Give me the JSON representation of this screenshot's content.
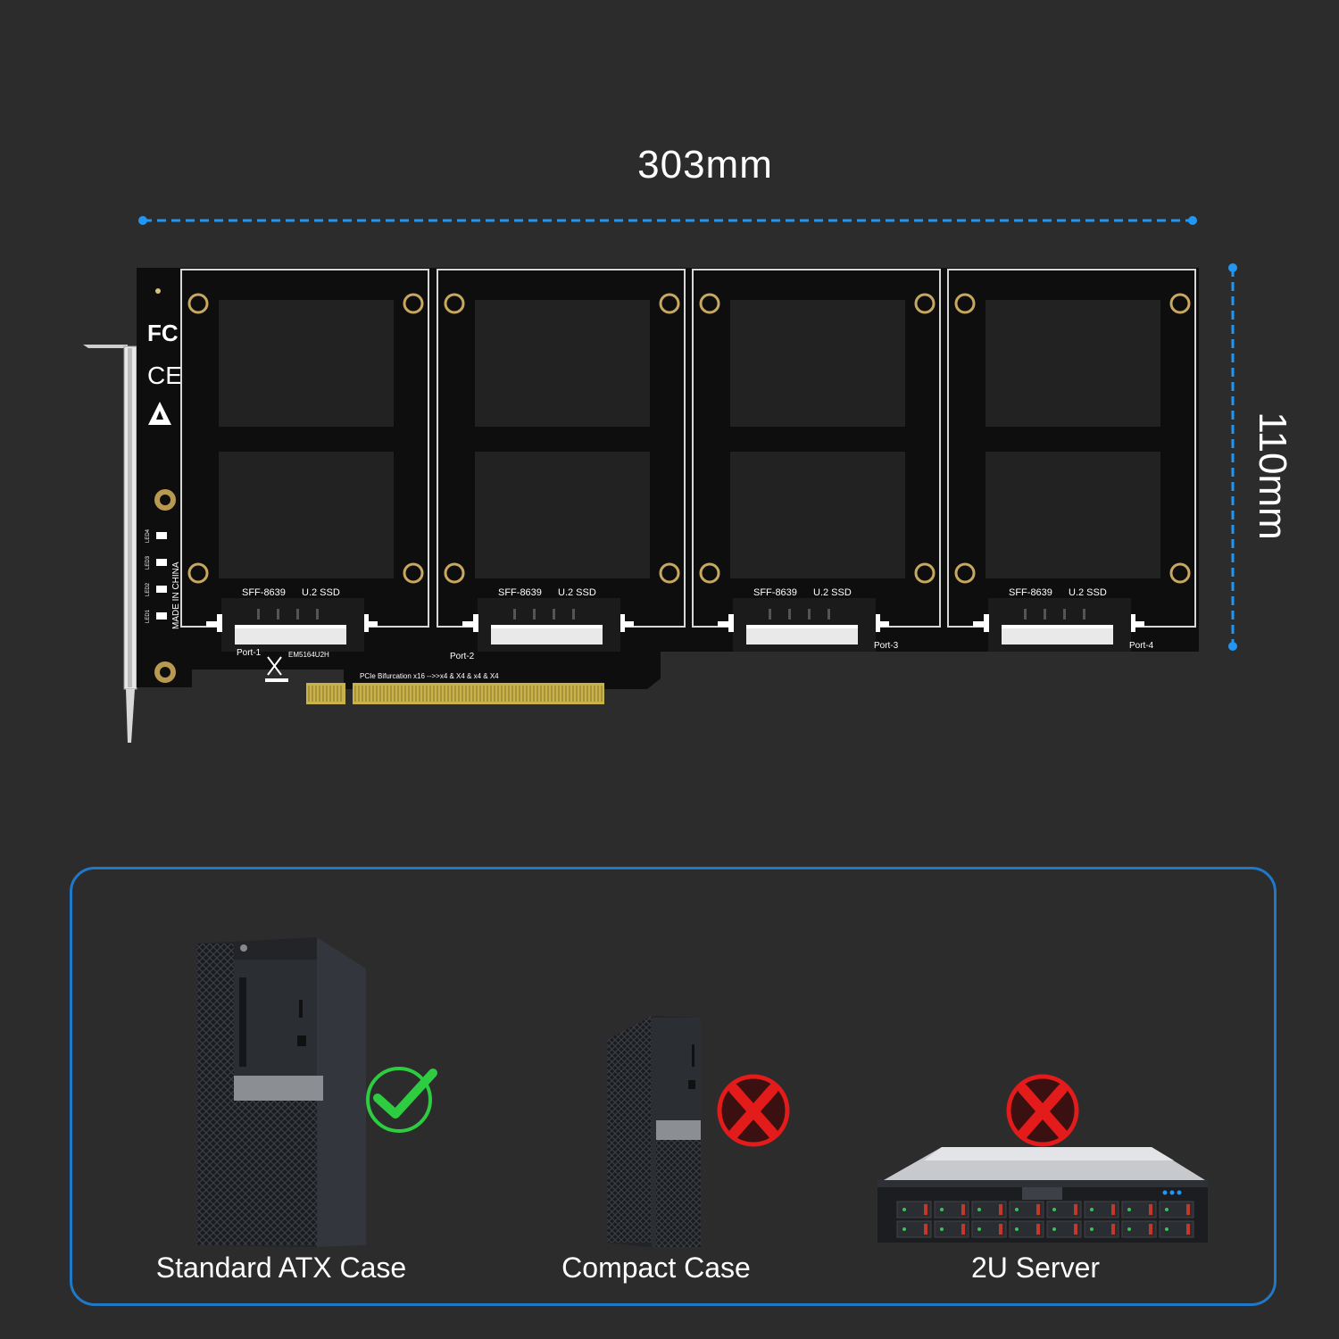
{
  "dimensions": {
    "width_label": "303mm",
    "height_label": "110mm"
  },
  "board": {
    "ports": [
      {
        "connector_label": "SFF-8639",
        "type_label": "U.2 SSD",
        "port_label": "Port-1"
      },
      {
        "connector_label": "SFF-8639",
        "type_label": "U.2 SSD",
        "port_label": "Port-2"
      },
      {
        "connector_label": "SFF-8639",
        "type_label": "U.2 SSD",
        "port_label": "Port-3"
      },
      {
        "connector_label": "SFF-8639",
        "type_label": "U.2 SSD",
        "port_label": "Port-4"
      }
    ],
    "model_label": "EM5164U2H",
    "bifurcation_label": "PCIe  Bifurcation  x16  -->>x4  &  X4  &  x4  &  X4",
    "made_in_label": "MADE IN CHINA",
    "fcc_mark": "FC",
    "ce_mark": "CE",
    "led_labels": [
      "LED4",
      "LED3",
      "LED2",
      "LED1"
    ]
  },
  "compatibility": {
    "items": [
      {
        "label": "Standard ATX Case",
        "status": "compatible",
        "icon": "check-icon"
      },
      {
        "label": "Compact Case",
        "status": "incompatible",
        "icon": "cross-icon"
      },
      {
        "label": "2U Server",
        "status": "incompatible",
        "icon": "cross-icon"
      }
    ],
    "colors": {
      "border": "#1f78c8",
      "compatible": "#2ecc40",
      "incompatible": "#e31b1b"
    }
  }
}
